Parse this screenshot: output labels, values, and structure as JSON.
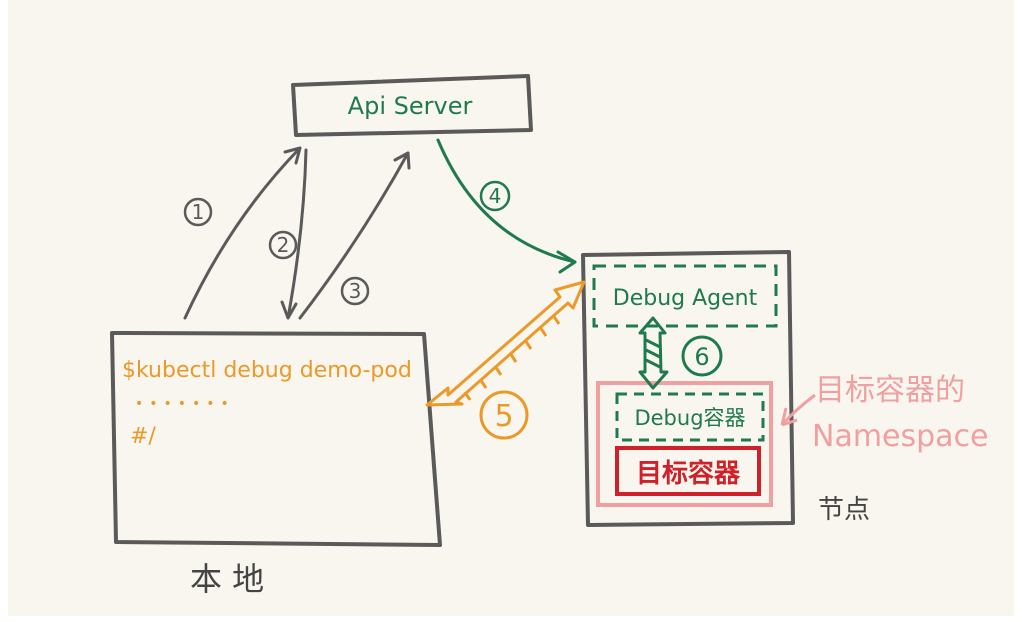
{
  "api_server": {
    "label": "Api Server"
  },
  "local": {
    "command": "$kubectl  debug  demo-pod",
    "dots": "•••••••",
    "prompt": "#/",
    "caption": "本 地"
  },
  "node": {
    "debug_agent": "Debug Agent",
    "debug_container": "Debug容器",
    "target_container": "目标容器",
    "caption": "节点"
  },
  "namespace_note": {
    "line1": "目标容器的",
    "line2": "Namespace"
  },
  "steps": [
    "1",
    "2",
    "3",
    "4",
    "5",
    "6"
  ],
  "colors": {
    "background": "#f8f6ee",
    "gray": "#5a5a5a",
    "green": "#1f7a4d",
    "orange": "#eb9a2a",
    "pink": "#f0a0a0",
    "red": "#d0202a"
  }
}
